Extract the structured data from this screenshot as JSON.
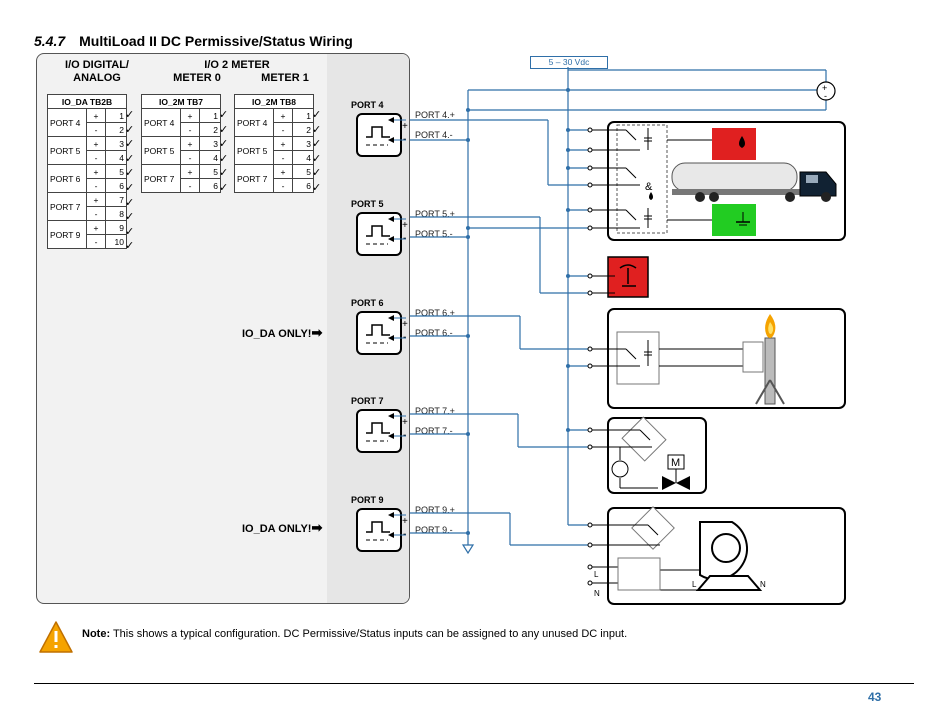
{
  "section": {
    "number": "5.4.7",
    "title": "MultiLoad II DC Permissive/Status Wiring"
  },
  "panel": {
    "io_digital_header": "I/O DIGITAL/\nANALOG",
    "io2_header": "I/O 2 METER",
    "meter0": "METER 0",
    "meter1": "METER 1",
    "tables": [
      {
        "title": "IO_DA  TB2B",
        "rows": [
          {
            "port": "PORT 4",
            "plus": "1",
            "minus": "2"
          },
          {
            "port": "PORT 5",
            "plus": "3",
            "minus": "4"
          },
          {
            "port": "PORT 6",
            "plus": "5",
            "minus": "6"
          },
          {
            "port": "PORT 7",
            "plus": "7",
            "minus": "8"
          },
          {
            "port": "PORT 9",
            "plus": "9",
            "minus": "10"
          }
        ]
      },
      {
        "title": "IO_2M  TB7",
        "rows": [
          {
            "port": "PORT 4",
            "plus": "1",
            "minus": "2"
          },
          {
            "port": "PORT 5",
            "plus": "3",
            "minus": "4"
          },
          {
            "port": "PORT 7",
            "plus": "5",
            "minus": "6"
          }
        ]
      },
      {
        "title": "IO_2M  TB8",
        "rows": [
          {
            "port": "PORT 4",
            "plus": "1",
            "minus": "2"
          },
          {
            "port": "PORT 5",
            "plus": "3",
            "minus": "4"
          },
          {
            "port": "PORT 7",
            "plus": "5",
            "minus": "6"
          }
        ]
      }
    ],
    "plus_sign": "+",
    "minus_sign": "-",
    "check": "✓",
    "io_da_only": "IO_DA ONLY!",
    "ports": [
      {
        "name": "PORT 4",
        "plus": "PORT 4.+",
        "minus": "PORT 4.-"
      },
      {
        "name": "PORT 5",
        "plus": "PORT 5.+",
        "minus": "PORT 5.-"
      },
      {
        "name": "PORT 6",
        "plus": "PORT 6.+",
        "minus": "PORT 6.-"
      },
      {
        "name": "PORT 7",
        "plus": "PORT 7.+",
        "minus": "PORT 7.-"
      },
      {
        "name": "PORT 9",
        "plus": "PORT 9.+",
        "minus": "PORT 9.-"
      }
    ]
  },
  "supply": {
    "label": "5 – 30 Vdc",
    "plus": "+",
    "minus": "-"
  },
  "motor_label": "M",
  "blower": {
    "L1": "L",
    "N1": "N",
    "L2": "L",
    "N2": "N"
  },
  "note": {
    "label": "Note:",
    "text": " This shows a typical configuration.  DC Permissive/Status inputs can be assigned to any unused DC input."
  },
  "page_number": "43",
  "colors": {
    "wire": "#2f6fa8",
    "accent": "#2f6fa8",
    "red": "#e02020",
    "green": "#22cc22",
    "warning": "#f5a300"
  }
}
